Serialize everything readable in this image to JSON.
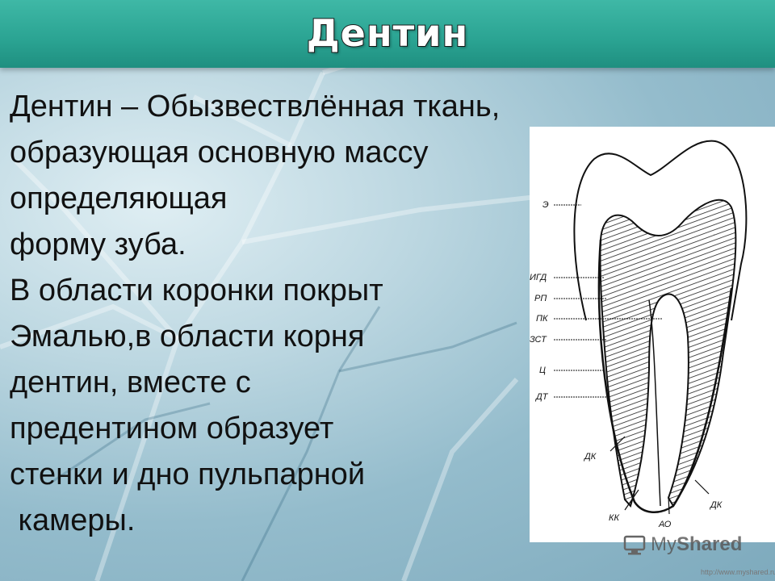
{
  "title": "Дентин",
  "body_lines": [
    "Дентин – Обызвествлённая ткань,",
    "образующая основную массу",
    "определяющая",
    "форму зуба.",
    "В области коронки покрыт",
    "Эмалью,в области корня",
    "дентин, вместе с",
    "предентином образует",
    "стенки и дно пульпарной",
    " камеры."
  ],
  "figure_labels": {
    "e": "Э",
    "igd": "ИГД",
    "rp": "РП",
    "pk": "ПК",
    "zst": "ЗСТ",
    "ts": "Ц",
    "dt": "ДТ",
    "dk_left": "ДК",
    "kk": "КК",
    "ao": "АО",
    "dk_right": "ДК"
  },
  "watermark": {
    "brand_light": "My",
    "brand_bold": "Shared",
    "url": "http://www.myshared.ru"
  },
  "icons": [
    "watermark-logo-icon"
  ]
}
